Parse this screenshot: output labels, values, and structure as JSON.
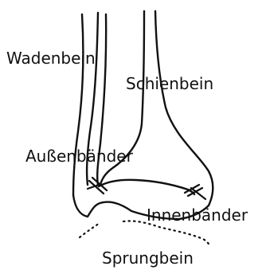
{
  "labels": {
    "fibula": "Wadenbein",
    "tibia": "Schienbein",
    "lateral_ligaments": "Außenbänder",
    "medial_ligaments": "Innenbänder",
    "talus": "Sprungbein"
  }
}
